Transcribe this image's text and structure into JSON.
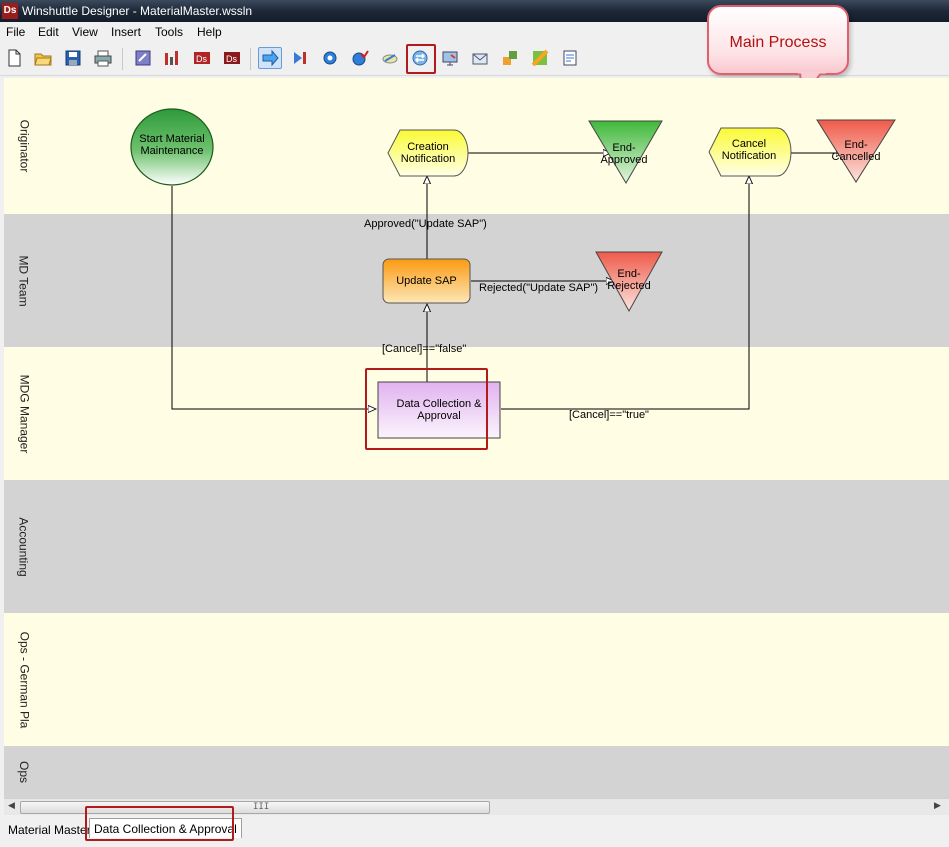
{
  "window": {
    "title": "Winshuttle Designer - MaterialMaster.wssln",
    "app_icon": "Ds"
  },
  "menu": [
    "File",
    "Edit",
    "View",
    "Insert",
    "Tools",
    "Help"
  ],
  "toolbar": {
    "buttons": [
      "new-file-icon",
      "open-folder-icon",
      "save-icon",
      "print-icon",
      "properties-icon",
      "chart-icon",
      "ds-red-icon",
      "ds-icon",
      "arrow-icon",
      "step-icon",
      "gear-blue-icon",
      "gear-check-icon",
      "link-icon",
      "swap-icon",
      "screen-icon",
      "mail-icon",
      "stack-icon",
      "gradient-icon",
      "form-icon"
    ],
    "selected": "arrow-icon",
    "highlighted": "swap-icon"
  },
  "callout": {
    "text": "Main Process"
  },
  "lanes": [
    "Originator",
    "MD Team",
    "MDG Manager",
    "Accounting",
    "Ops - German Pla",
    "Ops"
  ],
  "nodes": {
    "start": "Start Material Maintenance",
    "creation_notification": "Creation Notification",
    "end_approved": "End-Approved",
    "cancel_notification": "Cancel Notification",
    "end_cancelled": "End-Cancelled",
    "update_sap": "Update SAP",
    "end_rejected": "End-Rejected",
    "data_collection": "Data Collection & Approval"
  },
  "edges": {
    "approved": "Approved(\"Update SAP\")",
    "rejected": "Rejected(\"Update SAP\")",
    "cancel_false": "[Cancel]==\"false\"",
    "cancel_true": "[Cancel]==\"true\""
  },
  "tabs": [
    "Material Master",
    "Data Collection & Approval"
  ],
  "active_tab": "Data Collection & Approval",
  "scrollbar": {
    "grip": "III"
  },
  "colors": {
    "highlight": "#b31b1b",
    "start_green": "#2e9a3a",
    "end_green": "#55c23e",
    "end_red": "#ef6c5b",
    "notify_yellow": "#fafa35",
    "update_orange": "#fba11d",
    "task_purple": "#e1b2ef"
  }
}
